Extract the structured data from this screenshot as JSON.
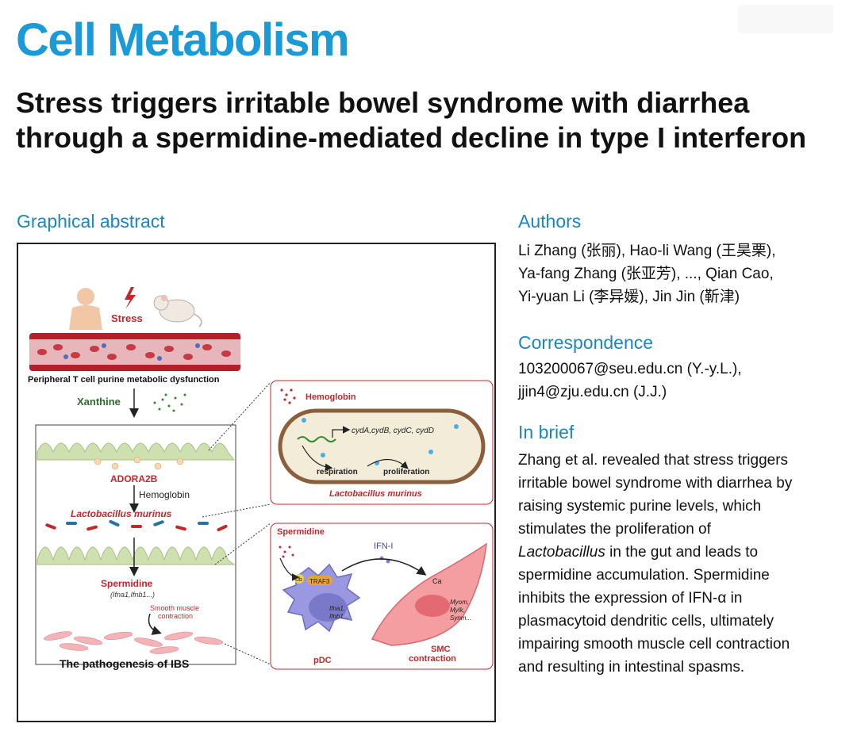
{
  "journal": "Cell Metabolism",
  "title": "Stress triggers irritable bowel syndrome with diarrhea through a spermidine-mediated decline in type I interferon",
  "graphical_abstract": {
    "heading": "Graphical abstract",
    "labels": {
      "stress": "Stress",
      "peripheral": "Peripheral T cell purine metabolic dysfunction",
      "xanthine": "Xanthine",
      "adora2b": "ADORA2B",
      "hemoglobin_left": "Hemoglobin",
      "lacto_left": "Lactobacillus murinus",
      "spermidine_left": "Spermidine",
      "ifna_left": "(Ifna1,Ifnb1...)",
      "smooth_muscle_1": "Smooth muscle",
      "smooth_muscle_2": "contraction",
      "pathogenesis": "The pathogenesis of IBS",
      "hemoglobin_panel": "Hemoglobin",
      "genes": "cydA,cydB, cydC, cydD",
      "respiration": "respiration",
      "proliferation": "proliferation",
      "lacto_panel": "Lactobacillus murinus",
      "spermidine_panel": "Spermidine",
      "ifn_i": "IFN-I",
      "ub": "Ub",
      "traf3": "TRAF3",
      "ifna1": "Ifna1,",
      "ifnb1": "Ifnb1...",
      "ca": "Ca",
      "myom": "Myom,",
      "mylk": "Mylk,",
      "synm": "Synm...",
      "pdc": "pDC",
      "smc1": "SMC",
      "smc2": "contraction"
    }
  },
  "authors": {
    "heading": "Authors",
    "lines": [
      "Li Zhang (张丽), Hao-li Wang (王昊栗),",
      "Ya-fang Zhang (张亚芳), ..., Qian Cao,",
      "Yi-yuan Li (李异媛), Jin Jin (靳津)"
    ]
  },
  "correspondence": {
    "heading": "Correspondence",
    "lines": [
      "103200067@seu.edu.cn (Y.-y.L.),",
      "jjin4@zju.edu.cn (J.J.)"
    ]
  },
  "in_brief": {
    "heading": "In brief",
    "lines": [
      "Zhang et al. revealed that stress triggers",
      "irritable bowel syndrome with diarrhea by",
      "raising systemic purine levels, which",
      "stimulates the proliferation of",
      "Lactobacillus in the gut and leads to",
      "spermidine accumulation. Spermidine",
      "inhibits the expression of IFN-α in",
      "plasmacytoid dendritic cells, ultimately",
      "impairing smooth muscle cell contraction",
      "and resulting in intestinal spasms."
    ]
  },
  "colors": {
    "journal_blue": "#1a9ad6",
    "heading_blue": "#1a87c0",
    "accent_red": "#c0282c"
  }
}
